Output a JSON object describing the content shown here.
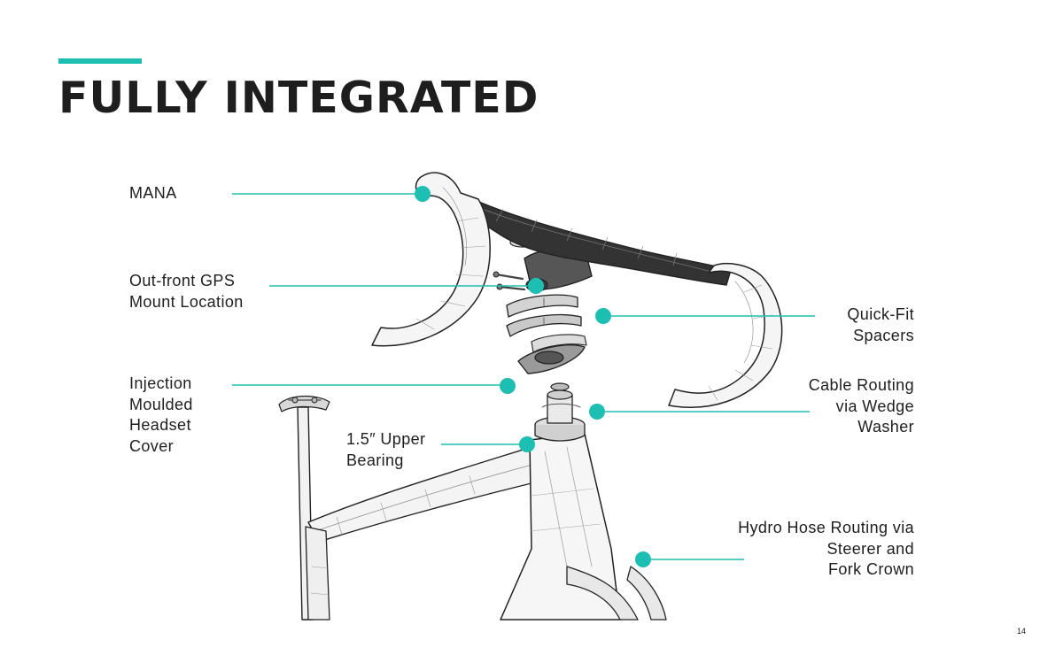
{
  "header": {
    "title": "FULLY INTEGRATED"
  },
  "colors": {
    "accent": "#1ebfb3",
    "text": "#1e1e1e"
  },
  "callouts": {
    "mana": {
      "lines": [
        "MANA"
      ]
    },
    "gps_mount": {
      "lines": [
        "Out-front GPS",
        "Mount Location"
      ]
    },
    "headset_cover": {
      "lines": [
        "Injection",
        "Moulded",
        "Headset",
        "Cover"
      ]
    },
    "upper_bearing": {
      "lines": [
        "1.5″ Upper",
        "Bearing"
      ]
    },
    "spacers": {
      "lines": [
        "Quick-Fit",
        "Spacers"
      ]
    },
    "cable_routing": {
      "lines": [
        "Cable Routing",
        "via Wedge",
        "Washer"
      ]
    },
    "hydro_routing": {
      "lines": [
        "Hydro Hose Routing via",
        "Steerer and",
        "Fork Crown"
      ]
    }
  },
  "footer": {
    "page_number": "14"
  }
}
